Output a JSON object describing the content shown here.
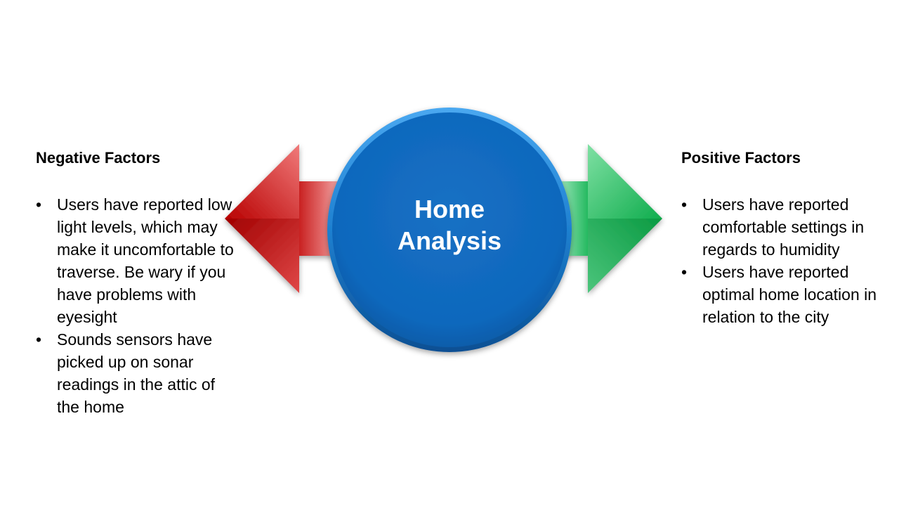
{
  "center": {
    "title_line1": "Home",
    "title_line2": "Analysis",
    "fill_color": "#0F6FC6"
  },
  "negative": {
    "heading": "Negative Factors",
    "arrow_color": "#C00000",
    "items": [
      {
        "bullet": "•",
        "text": "Users have reported low light levels, which may make it uncomfortable to traverse. Be wary if you have problems with eyesight"
      },
      {
        "bullet": "•",
        "text": "Sounds sensors have picked up on sonar readings in the attic of the home"
      }
    ]
  },
  "positive": {
    "heading": "Positive Factors",
    "arrow_color": "#00B050",
    "items": [
      {
        "bullet": "•",
        "text": "Users have reported comfortable settings in regards to humidity"
      },
      {
        "bullet": "•",
        "text": "Users have reported optimal home location in relation to the city"
      }
    ]
  }
}
